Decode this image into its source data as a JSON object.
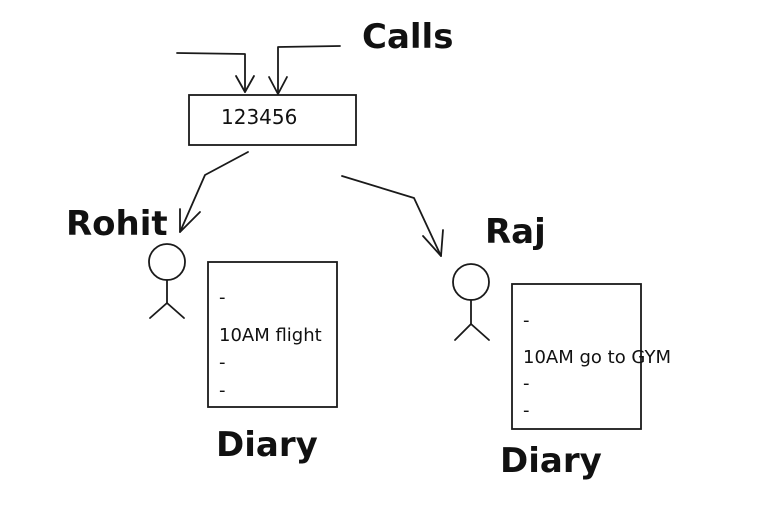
{
  "diagram": {
    "calls_label": "Calls",
    "number_box_text": "123456",
    "person_left": {
      "name": "Rohit",
      "diary_label": "Diary",
      "diary_lines": [
        "-",
        "10AM flight",
        "-",
        "-"
      ]
    },
    "person_right": {
      "name": "Raj",
      "diary_label": "Diary",
      "diary_lines": [
        "-",
        "10AM go to GYM",
        "-",
        "-"
      ]
    }
  }
}
